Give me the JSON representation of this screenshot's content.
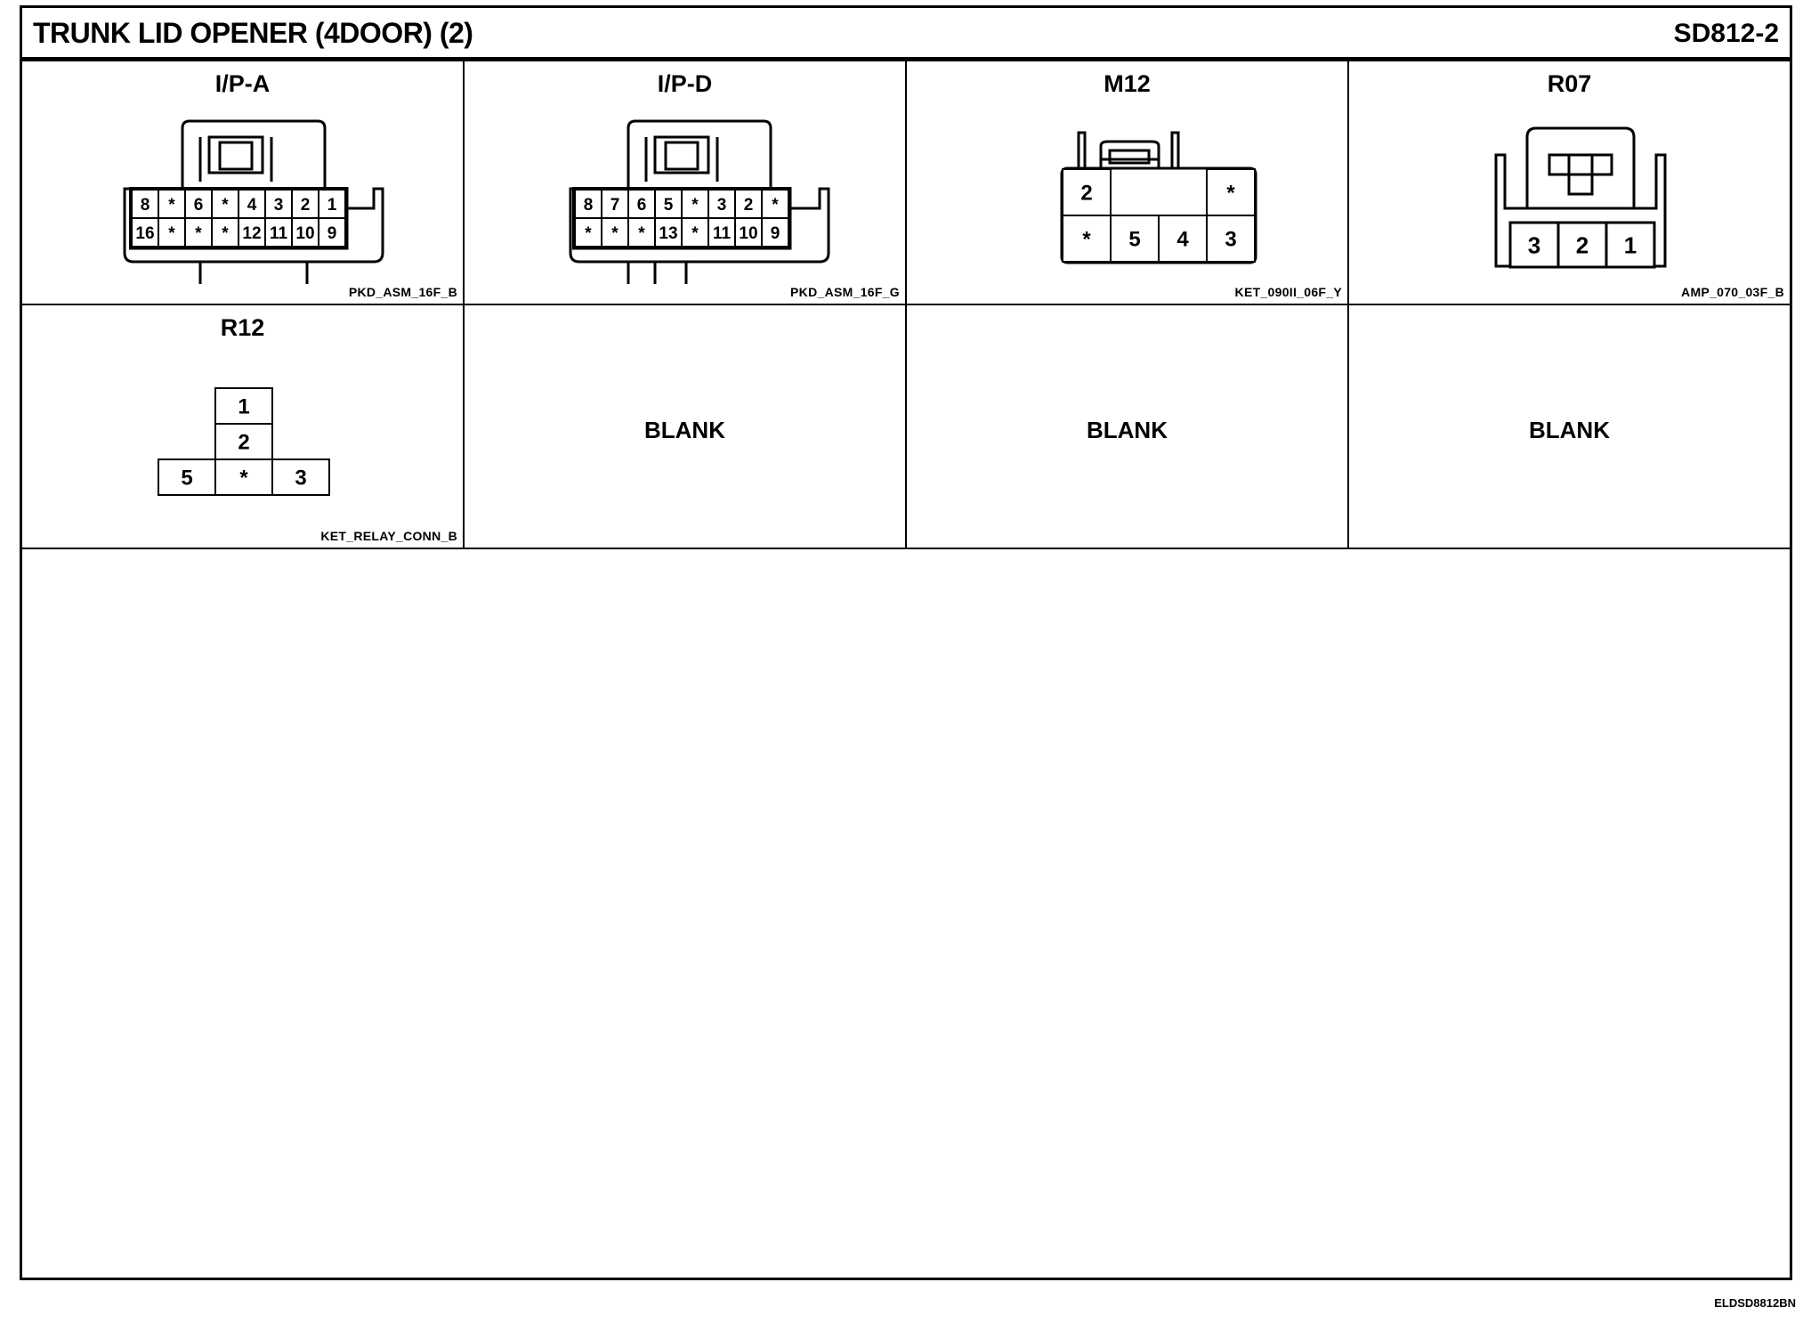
{
  "header": {
    "title": "TRUNK LID OPENER (4DOOR) (2)",
    "code": "SD812-2"
  },
  "connectors": [
    {
      "name": "I/P-A",
      "type": "PKD_ASM_16F_B",
      "rows": [
        [
          "8",
          "*",
          "6",
          "*",
          "4",
          "3",
          "2",
          "1"
        ],
        [
          "16",
          "*",
          "*",
          "*",
          "12",
          "11",
          "10",
          "9"
        ]
      ]
    },
    {
      "name": "I/P-D",
      "type": "PKD_ASM_16F_G",
      "rows": [
        [
          "8",
          "7",
          "6",
          "5",
          "*",
          "3",
          "2",
          "*"
        ],
        [
          "*",
          "*",
          "*",
          "13",
          "*",
          "11",
          "10",
          "9"
        ]
      ]
    },
    {
      "name": "M12",
      "type": "KET_090II_06F_Y",
      "top": [
        "2",
        "*"
      ],
      "bottom": [
        "*",
        "5",
        "4",
        "3"
      ]
    },
    {
      "name": "R07",
      "type": "AMP_070_03F_B",
      "pins": [
        "3",
        "2",
        "1"
      ]
    },
    {
      "name": "R12",
      "type": "KET_RELAY_CONN_B",
      "column": [
        "1",
        "2"
      ],
      "bottom": [
        "5",
        "*",
        "3"
      ]
    }
  ],
  "blanks": [
    "BLANK",
    "BLANK",
    "BLANK"
  ],
  "footer": {
    "ref": "ELDSD8812BN"
  }
}
